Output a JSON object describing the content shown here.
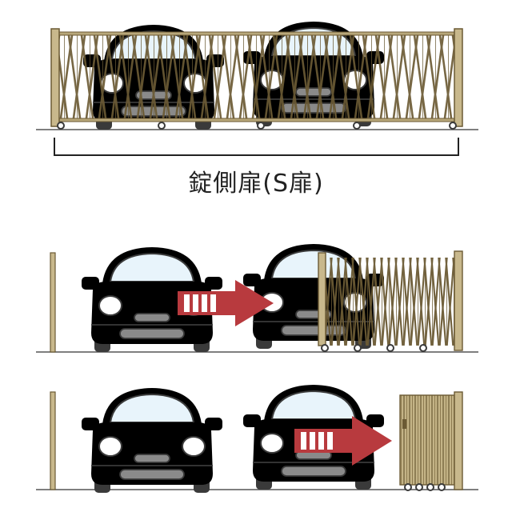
{
  "caption": "錠側扉(S扉)",
  "colors": {
    "orange_car": "#f5b45a",
    "blue_car": "#88aec8",
    "gate_frame": "#b8a77a",
    "gate_lattice": "#6b5a34",
    "arrow": "#b83a3e",
    "outline": "#3a3a3a",
    "ground": "#555555"
  },
  "icons": [
    "orange-car-icon",
    "blue-car-icon",
    "folding-gate-icon",
    "right-arrow-icon",
    "gate-post-icon"
  ],
  "scenes": [
    {
      "name": "gate-fully-closed",
      "gate_state": "closed"
    },
    {
      "name": "gate-partly-opened",
      "gate_state": "partially-folded"
    },
    {
      "name": "gate-fully-opened",
      "gate_state": "folded"
    }
  ]
}
